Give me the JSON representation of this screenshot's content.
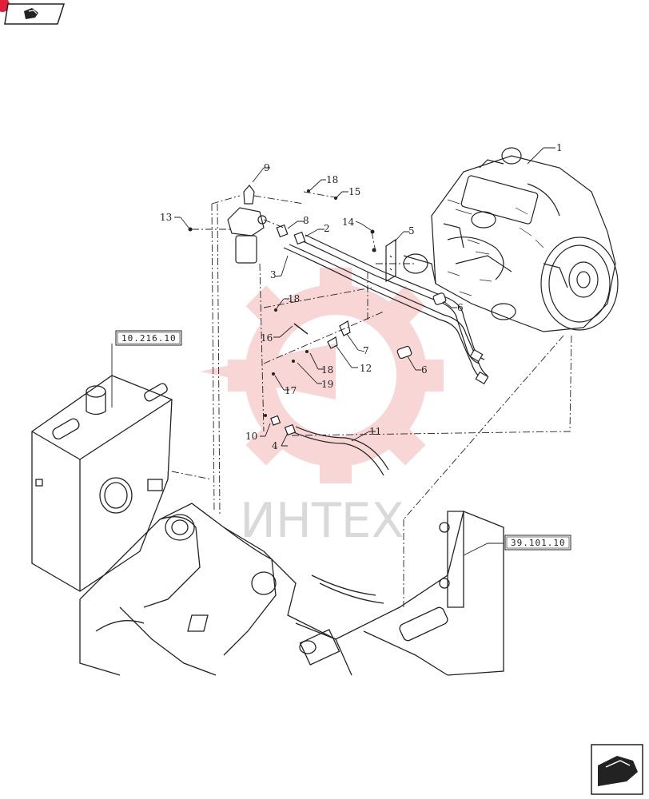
{
  "diagram": {
    "part_labels": [
      "1",
      "2",
      "3",
      "4",
      "5",
      "6",
      "6",
      "7",
      "8",
      "9",
      "10",
      "11",
      "12",
      "13",
      "14",
      "15",
      "16",
      "17",
      "18",
      "18",
      "18",
      "19"
    ],
    "references": [
      "10.216.10",
      "39.101.10"
    ],
    "watermark_text": "ИНТЕХ",
    "colors": {
      "line": "#222222",
      "watermark": "#f5b5b5",
      "badge": "#e0203a"
    },
    "icons": {
      "top_left": "nav-prev-arrow-icon",
      "bottom_right": "nav-next-arrow-icon"
    }
  }
}
